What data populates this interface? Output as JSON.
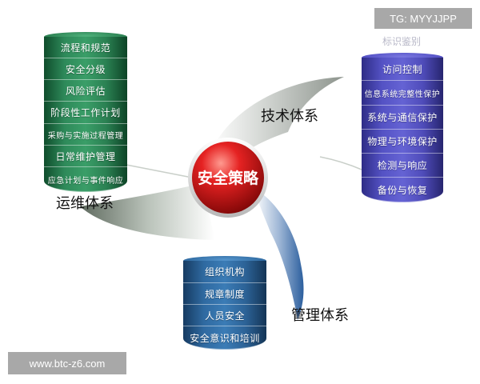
{
  "watermarks": {
    "top": "TG: MYYJJPP",
    "bottom": "www.btc-z6.com"
  },
  "center": {
    "label": "安全策略"
  },
  "systems": {
    "operations": {
      "label": "运维体系",
      "items": [
        "流程和规范",
        "安全分级",
        "风险评估",
        "阶段性工作计划",
        "采购与实施过程管理",
        "日常维护管理",
        "应急计划与事件响应"
      ]
    },
    "technical": {
      "label": "技术体系",
      "faded_label": "标识鉴别",
      "items": [
        "访问控制",
        "信息系统完整性保护",
        "系统与通信保护",
        "物理与环境保护",
        "检测与响应",
        "备份与恢复"
      ]
    },
    "management": {
      "label": "管理体系",
      "items": [
        "组织机构",
        "规章制度",
        "人员安全",
        "安全意识和培训"
      ]
    }
  },
  "colors": {
    "operations": "#2e8a5a",
    "technical": "#5452c4",
    "management": "#2f6aa1",
    "center": "#d01818"
  }
}
